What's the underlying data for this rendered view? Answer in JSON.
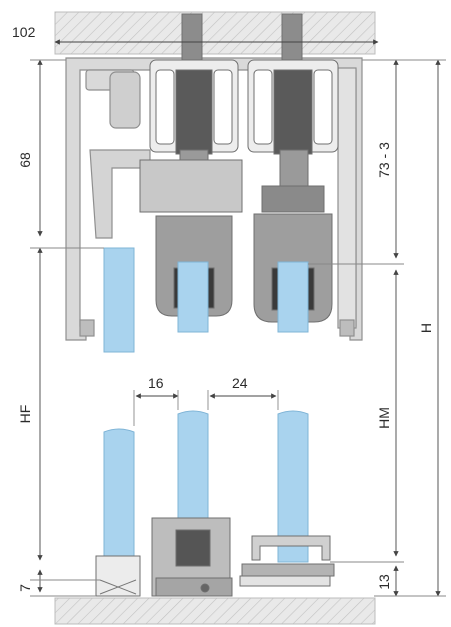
{
  "dimensions": {
    "top_width": "102",
    "top_height_left": "68",
    "top_height_right": "73 - 3",
    "overall_height": "H",
    "frame_height": "HF",
    "mid_height": "HM",
    "gap_a": "16",
    "gap_b": "24",
    "bottom_left": "7",
    "bottom_right": "13"
  },
  "colors": {
    "glass": "#a9d3ee",
    "glass_edge": "#7fb4d6",
    "aluminium": "#d7d7d7",
    "aluminium_dark": "#9a9a9a",
    "steel": "#b7b7b7",
    "hatch": "#cfcfcf",
    "dim_line": "#444444"
  }
}
